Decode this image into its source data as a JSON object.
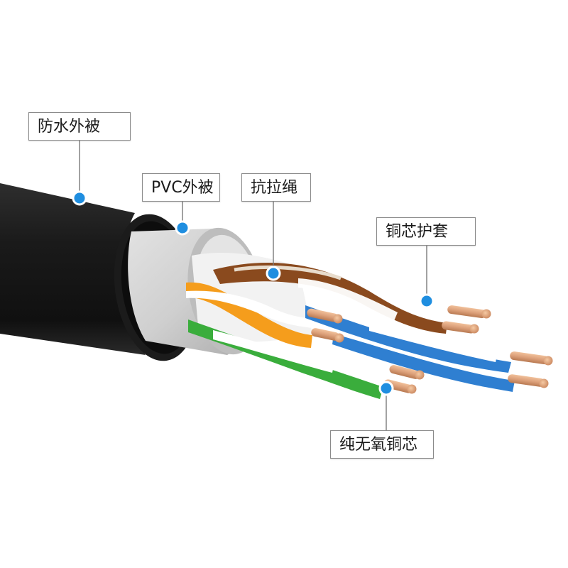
{
  "labels": {
    "waterproof_jacket": "防水外被",
    "pvc_jacket": "PVC外被",
    "ripcord": "抗拉绳",
    "copper_foil_sheath": "铜芯护套",
    "oxygen_free_copper": "纯无氧铜芯"
  },
  "colors": {
    "outer_jacket": "#1c1c1c",
    "pvc_jacket": "#c9c9c9",
    "marker_dot": "#1f8ee0",
    "leader_line": "#7a7a7a",
    "pair_orange": "#f59d1c",
    "pair_brown": "#8a4a1e",
    "pair_blue": "#2f7fd1",
    "pair_green": "#3aad3c",
    "copper": "#d99a6a"
  },
  "icons": [
    "marker-dot"
  ]
}
